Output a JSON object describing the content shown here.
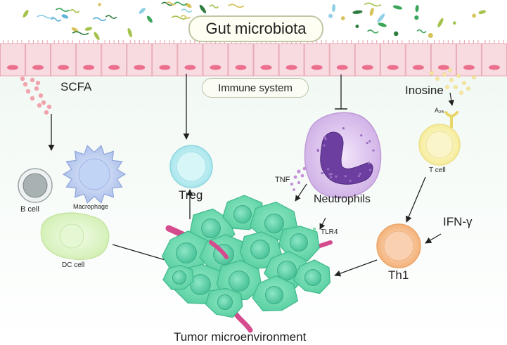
{
  "diagram": {
    "title": "Gut microbiota",
    "immune_system": "Immune system",
    "labels": {
      "scfa": "SCFA",
      "inosine": "Inosine",
      "a2a": "A₂ₐ",
      "b_cell": "B cell",
      "macrophage": "Macrophage",
      "dc_cell": "DC cell",
      "treg": "Treg",
      "tnf": "TNF",
      "neutrophils": "Neutrophils",
      "tlr4": "TLR4",
      "t_cell": "T cell",
      "ifn_gamma": "IFN-γ",
      "th1": "Th1",
      "tumor": "Tumor microenvironment"
    }
  },
  "colors": {
    "epithelium": "#f6d7dc",
    "nucleus_pink": "#ec6f8e",
    "tumor": "#6fdbb0",
    "treg": "#bff0f2",
    "th1": "#f7c79c",
    "t_cell": "#fbf3b0",
    "neutrophil": "#dcc3ec",
    "macrophage": "#b8c9ef",
    "b_cell": "#9aa3a3",
    "dc_cell": "#dff5c6"
  }
}
